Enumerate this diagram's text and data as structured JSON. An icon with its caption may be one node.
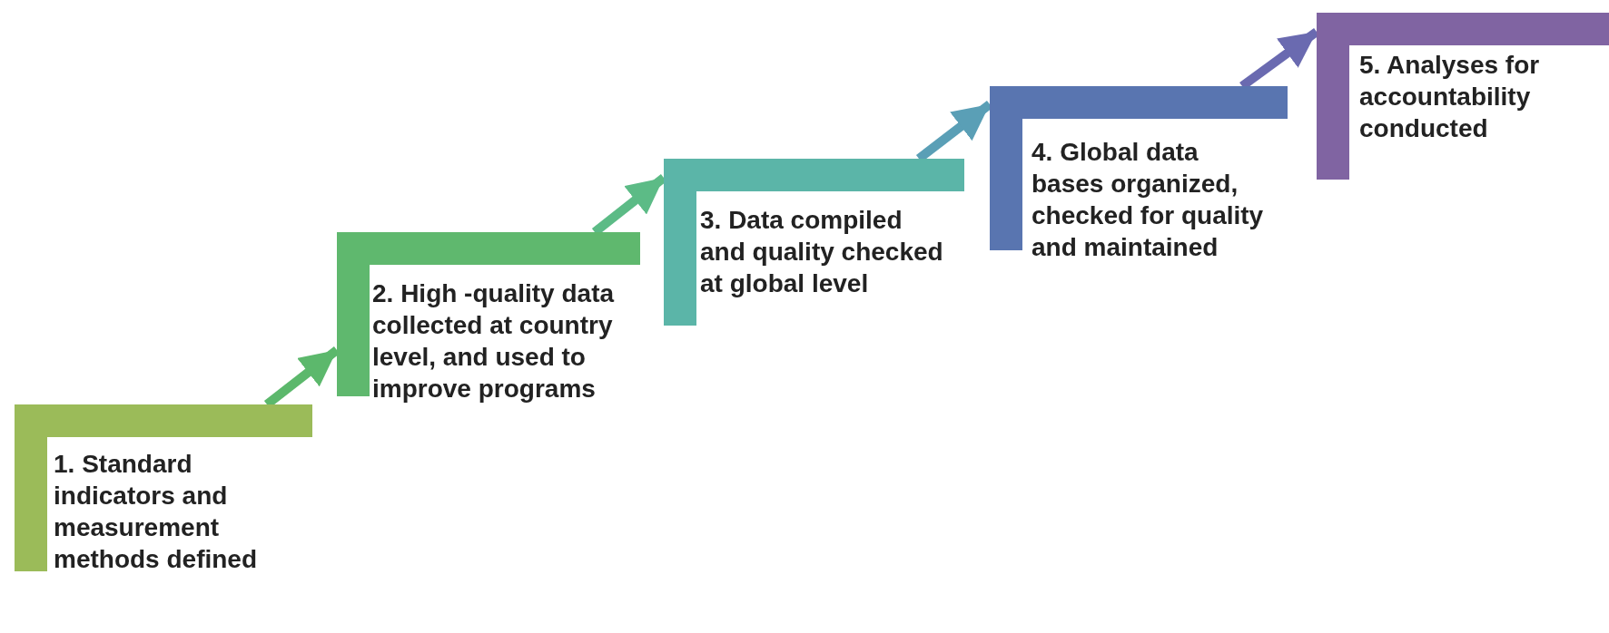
{
  "diagram": {
    "nodes": [
      {
        "text": [
          "1. Standard indicators and measurement methods defined"
        ]
      },
      {
        "text": [
          "2. High -quality data collected at country level, and used to improve programs"
        ]
      },
      {
        "text": [
          "3. Data compiled and quality checked at global level"
        ]
      },
      {
        "text": [
          "4. Global data bases organized, checked for quality and maintained"
        ]
      },
      {
        "text": [
          "5. Analyses for accountability conducted"
        ]
      }
    ],
    "edges": [
      {
        "from": 0,
        "to": 1,
        "arrow": "to",
        "color": "#5cb86c"
      },
      {
        "from": 1,
        "to": 2,
        "arrow": "to",
        "color": "#5cbb86"
      },
      {
        "from": 2,
        "to": 3,
        "arrow": "to",
        "color": "#5a9fb6"
      },
      {
        "from": 3,
        "to": 4,
        "arrow": "to",
        "color": "#6a6ab0"
      }
    ]
  }
}
